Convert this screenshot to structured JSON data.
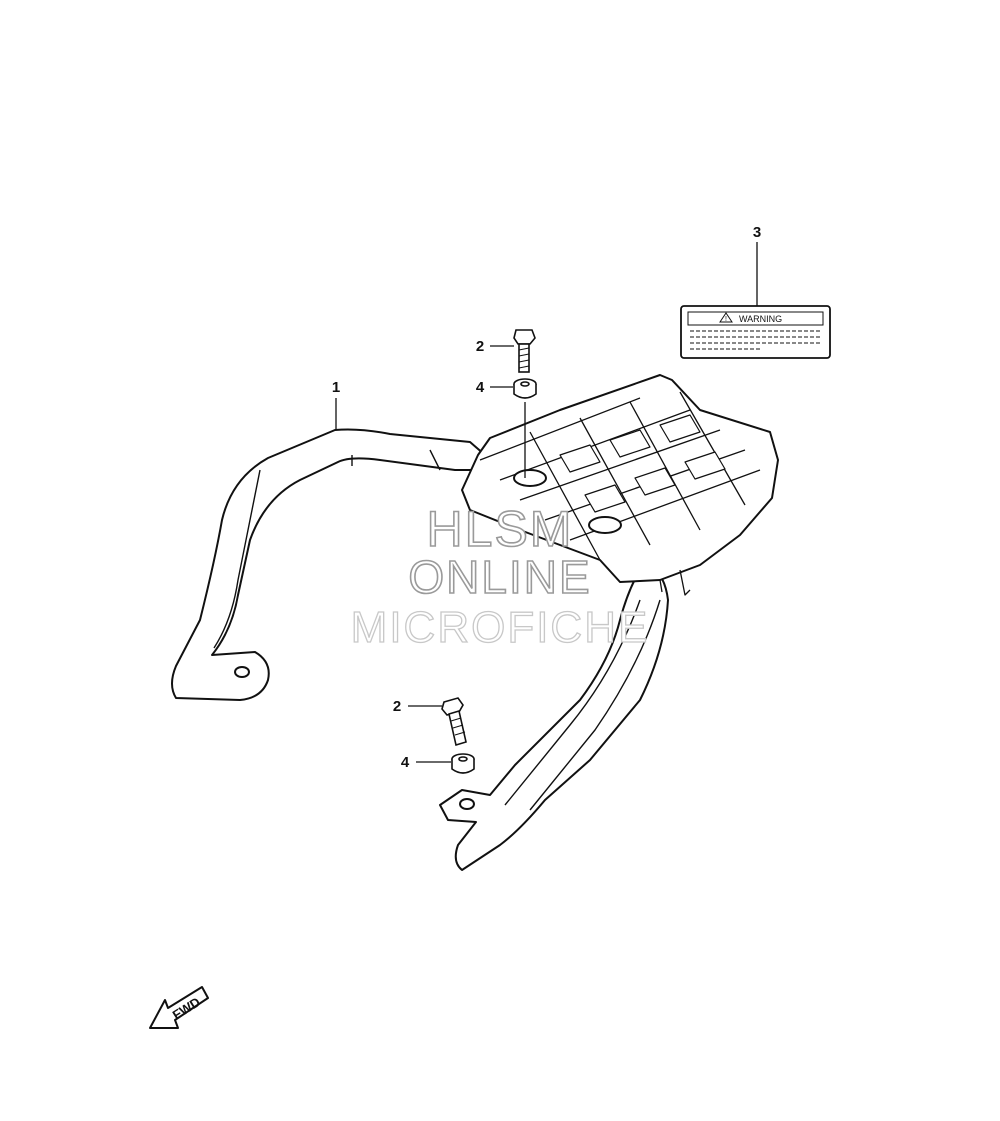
{
  "callouts": {
    "part_1": "1",
    "part_2_top": "2",
    "part_2_bottom": "2",
    "part_3": "3",
    "part_4_top": "4",
    "part_4_bottom": "4"
  },
  "warning_label": {
    "title": "WARNING"
  },
  "fwd_arrow": {
    "label": "FWD"
  },
  "watermark": {
    "line1": "HLSM",
    "line2": "ONLINE",
    "line3": "MICROFICHE"
  },
  "colors": {
    "line": "#111111",
    "watermark": "#9a9a9a"
  }
}
